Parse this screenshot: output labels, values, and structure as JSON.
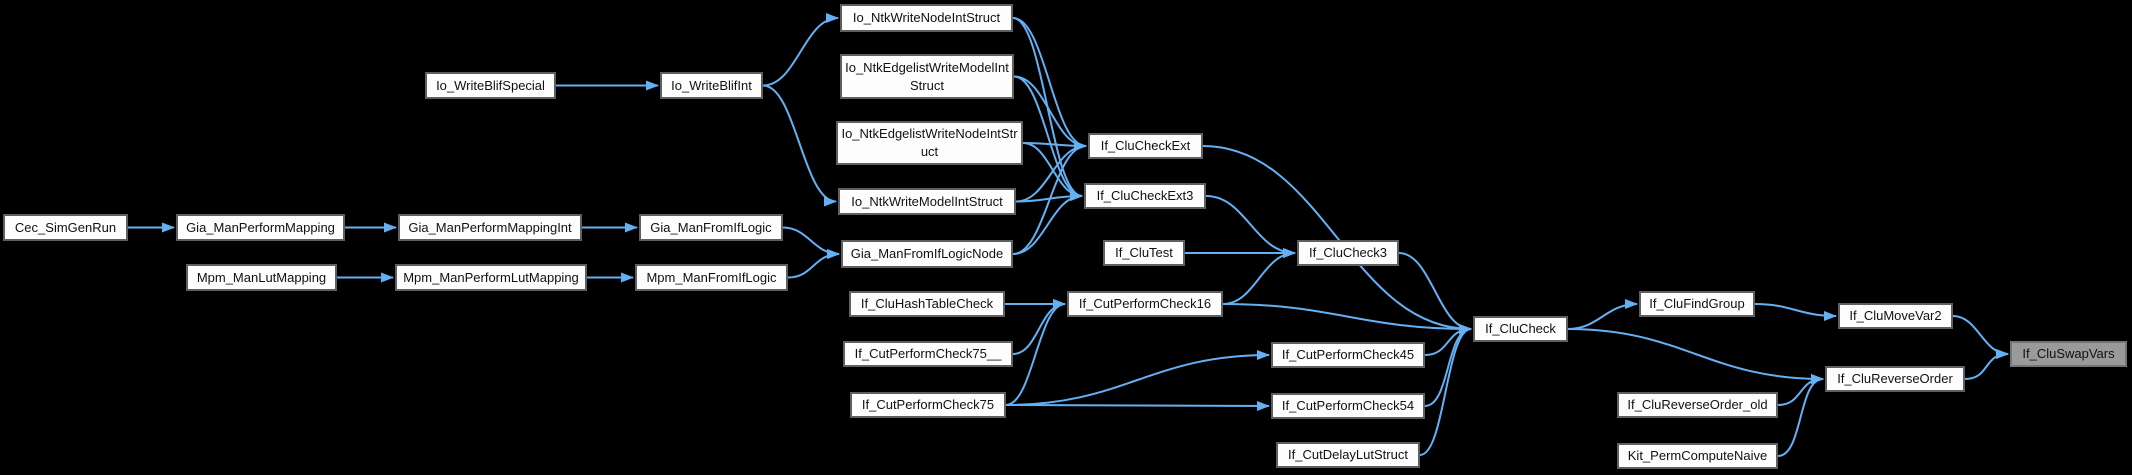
{
  "graph": {
    "type": "doxygen-caller-graph",
    "highlight_node": "If_CluSwapVars",
    "nodes": [
      {
        "id": "cec_simgenrun",
        "label": "Cec_SimGenRun"
      },
      {
        "id": "gia_manperformmapping",
        "label": "Gia_ManPerformMapping"
      },
      {
        "id": "gia_manperformmappingint",
        "label": "Gia_ManPerformMappingInt"
      },
      {
        "id": "gia_manfromiflogic",
        "label": "Gia_ManFromIfLogic"
      },
      {
        "id": "mpm_manlutmapping",
        "label": "Mpm_ManLutMapping"
      },
      {
        "id": "mpm_manperformlutmapping",
        "label": "Mpm_ManPerformLutMapping"
      },
      {
        "id": "mpm_manfromiflogic",
        "label": "Mpm_ManFromIfLogic"
      },
      {
        "id": "io_writeblifspecial",
        "label": "Io_WriteBlifSpecial"
      },
      {
        "id": "io_writeblifint",
        "label": "Io_WriteBlifInt"
      },
      {
        "id": "io_ntkwritenodeintstruct",
        "label": "Io_NtkWriteNodeIntStruct"
      },
      {
        "id": "io_ntkedgelistwritemodelintstruct",
        "label": "Io_NtkEdgelistWriteModelIntStruct"
      },
      {
        "id": "io_ntkedgelistwritenodeintstruct",
        "label": "Io_NtkEdgelistWriteNodeIntStruct"
      },
      {
        "id": "io_ntkwritemodelintstruct",
        "label": "Io_NtkWriteModelIntStruct"
      },
      {
        "id": "gia_manfromiflogicnode",
        "label": "Gia_ManFromIfLogicNode"
      },
      {
        "id": "if_cluhashtablecheck",
        "label": "If_CluHashTableCheck"
      },
      {
        "id": "if_cutperformcheck75__",
        "label": "If_CutPerformCheck75__"
      },
      {
        "id": "if_cutperformcheck75",
        "label": "If_CutPerformCheck75"
      },
      {
        "id": "if_clucheckext",
        "label": "If_CluCheckExt"
      },
      {
        "id": "if_clucheckext3",
        "label": "If_CluCheckExt3"
      },
      {
        "id": "if_clutest",
        "label": "If_CluTest"
      },
      {
        "id": "if_cutperformcheck16",
        "label": "If_CutPerformCheck16"
      },
      {
        "id": "if_clucheck3",
        "label": "If_CluCheck3"
      },
      {
        "id": "if_cutperformcheck45",
        "label": "If_CutPerformCheck45"
      },
      {
        "id": "if_cutperformcheck54",
        "label": "If_CutPerformCheck54"
      },
      {
        "id": "if_cutdelaylutstruct",
        "label": "If_CutDelayLutStruct"
      },
      {
        "id": "if_clucheck",
        "label": "If_CluCheck"
      },
      {
        "id": "if_clufindgroup",
        "label": "If_CluFindGroup"
      },
      {
        "id": "if_clureverseorder_old",
        "label": "If_CluReverseOrder_old"
      },
      {
        "id": "kit_permcomputenaive",
        "label": "Kit_PermComputeNaive"
      },
      {
        "id": "if_clumovevar2",
        "label": "If_CluMoveVar2"
      },
      {
        "id": "if_clureverseorder",
        "label": "If_CluReverseOrder"
      },
      {
        "id": "if_cluswapvars",
        "label": "If_CluSwapVars",
        "highlighted": true
      }
    ],
    "edges": [
      {
        "from": "cec_simgenrun",
        "to": "gia_manperformmapping"
      },
      {
        "from": "gia_manperformmapping",
        "to": "gia_manperformmappingint"
      },
      {
        "from": "gia_manperformmappingint",
        "to": "gia_manfromiflogic"
      },
      {
        "from": "gia_manfromiflogic",
        "to": "gia_manfromiflogicnode"
      },
      {
        "from": "mpm_manlutmapping",
        "to": "mpm_manperformlutmapping"
      },
      {
        "from": "mpm_manperformlutmapping",
        "to": "mpm_manfromiflogic"
      },
      {
        "from": "mpm_manfromiflogic",
        "to": "gia_manfromiflogicnode"
      },
      {
        "from": "io_writeblifspecial",
        "to": "io_writeblifint"
      },
      {
        "from": "io_writeblifint",
        "to": "io_ntkwritenodeintstruct"
      },
      {
        "from": "io_writeblifint",
        "to": "io_ntkwritemodelintstruct"
      },
      {
        "from": "io_ntkwritenodeintstruct",
        "to": "if_clucheckext"
      },
      {
        "from": "io_ntkwritenodeintstruct",
        "to": "if_clucheckext3"
      },
      {
        "from": "io_ntkedgelistwritemodelintstruct",
        "to": "if_clucheckext"
      },
      {
        "from": "io_ntkedgelistwritemodelintstruct",
        "to": "if_clucheckext3"
      },
      {
        "from": "io_ntkedgelistwritenodeintstruct",
        "to": "if_clucheckext"
      },
      {
        "from": "io_ntkedgelistwritenodeintstruct",
        "to": "if_clucheckext3"
      },
      {
        "from": "io_ntkwritemodelintstruct",
        "to": "if_clucheckext"
      },
      {
        "from": "io_ntkwritemodelintstruct",
        "to": "if_clucheckext3"
      },
      {
        "from": "gia_manfromiflogicnode",
        "to": "if_clucheckext"
      },
      {
        "from": "gia_manfromiflogicnode",
        "to": "if_clucheckext3"
      },
      {
        "from": "if_clutest",
        "to": "if_clucheck3"
      },
      {
        "from": "if_clucheckext3",
        "to": "if_clucheck3"
      },
      {
        "from": "if_cutperformcheck16",
        "to": "if_clucheck3"
      },
      {
        "from": "if_cluhashtablecheck",
        "to": "if_cutperformcheck16"
      },
      {
        "from": "if_cutperformcheck75__",
        "to": "if_cutperformcheck16"
      },
      {
        "from": "if_cutperformcheck75",
        "to": "if_cutperformcheck16"
      },
      {
        "from": "if_cutperformcheck75",
        "to": "if_cutperformcheck45"
      },
      {
        "from": "if_cutperformcheck75",
        "to": "if_cutperformcheck54"
      },
      {
        "from": "if_clucheckext",
        "to": "if_clucheck"
      },
      {
        "from": "if_clucheck3",
        "to": "if_clucheck"
      },
      {
        "from": "if_cutperformcheck16",
        "to": "if_clucheck"
      },
      {
        "from": "if_cutperformcheck45",
        "to": "if_clucheck"
      },
      {
        "from": "if_cutperformcheck54",
        "to": "if_clucheck"
      },
      {
        "from": "if_cutdelaylutstruct",
        "to": "if_clucheck"
      },
      {
        "from": "if_clucheck",
        "to": "if_clufindgroup"
      },
      {
        "from": "if_clucheck",
        "to": "if_clureverseorder"
      },
      {
        "from": "if_clufindgroup",
        "to": "if_clumovevar2"
      },
      {
        "from": "if_clumovevar2",
        "to": "if_cluswapvars"
      },
      {
        "from": "if_clureverseorder",
        "to": "if_cluswapvars"
      },
      {
        "from": "if_clureverseorder_old",
        "to": "if_clureverseorder"
      },
      {
        "from": "kit_permcomputenaive",
        "to": "if_clureverseorder"
      }
    ]
  },
  "colors": {
    "background": "#000000",
    "edge": "#63b1f4",
    "node_fill": "#fdfdfd",
    "node_border": "#5f5f5f",
    "node_text": "#111111",
    "highlight_fill": "#9a9a9a",
    "highlight_border": "#757575"
  }
}
